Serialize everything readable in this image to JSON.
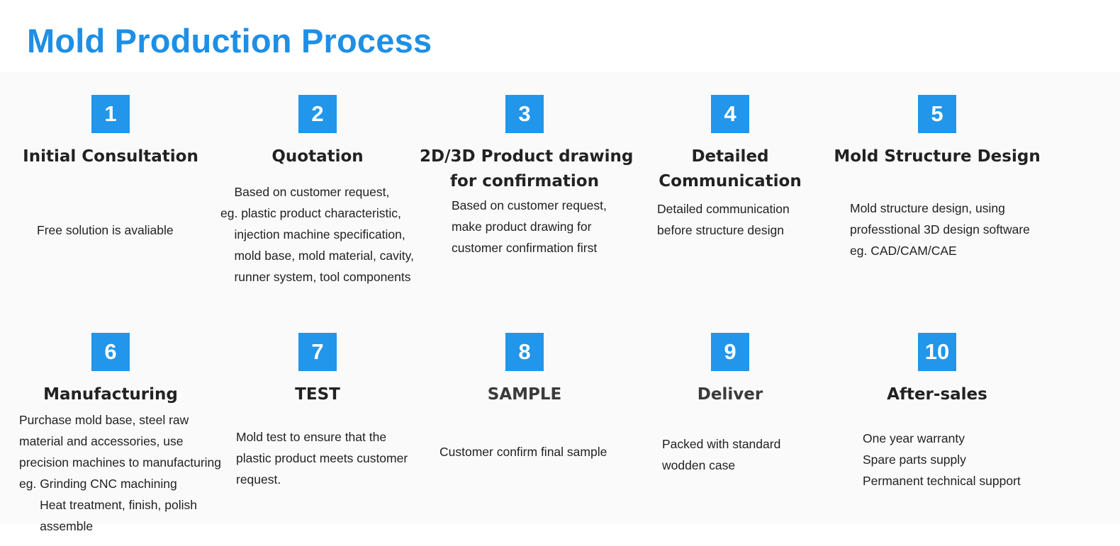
{
  "page": {
    "title": "Mold Production Process",
    "accent_color": "#1e8fe6",
    "badge_color": "#2196eb"
  },
  "steps": [
    {
      "number": "1",
      "title": "Initial Consultation",
      "description": "Free solution is avaliable"
    },
    {
      "number": "2",
      "title": "Quotation",
      "description": "    Based on customer request,\neg. plastic product characteristic,\n    injection machine specification,\n    mold base, mold material, cavity,\n    runner system, tool components"
    },
    {
      "number": "3",
      "title": "2D/3D Product drawing\nfor confirmation",
      "description": "Based on customer request,\nmake product drawing for\ncustomer confirmation first"
    },
    {
      "number": "4",
      "title": "Detailed\nCommunication",
      "description": "Detailed communication\nbefore structure design"
    },
    {
      "number": "5",
      "title": "Mold Structure Design",
      "description": "Mold structure design, using\nprofesstional 3D design software\neg. CAD/CAM/CAE"
    },
    {
      "number": "6",
      "title": "Manufacturing",
      "description": "Purchase mold base, steel raw\nmaterial and accessories, use\nprecision machines to manufacturing\neg. Grinding CNC machining\n      Heat treatment, finish, polish\n      assemble"
    },
    {
      "number": "7",
      "title": "TEST",
      "description": "Mold test to ensure that the\nplastic product meets customer\nrequest."
    },
    {
      "number": "8",
      "title": "SAMPLE",
      "description": "Customer confirm final sample"
    },
    {
      "number": "9",
      "title": "Deliver",
      "description": "Packed with standard\nwodden case"
    },
    {
      "number": "10",
      "title": "After-sales",
      "description": "One year warranty\nSpare parts supply\nPermanent technical support"
    }
  ]
}
